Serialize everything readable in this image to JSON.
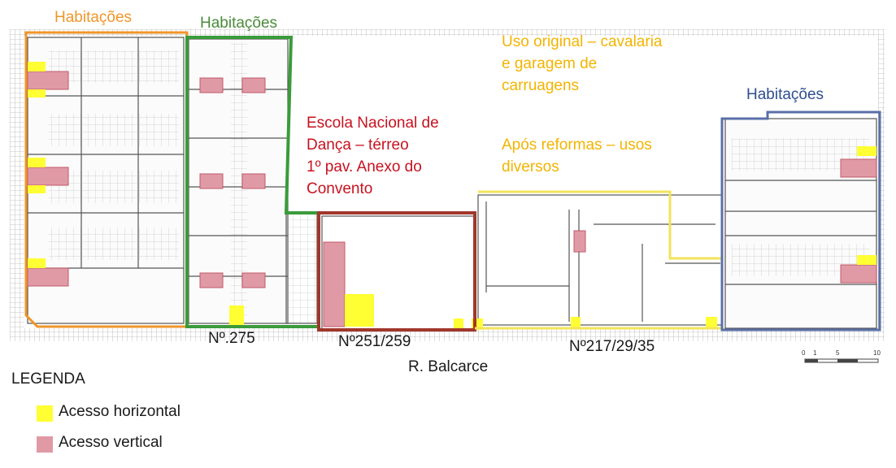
{
  "zones": {
    "left": {
      "label": "Habitações",
      "color": "#f0962a"
    },
    "green": {
      "label": "Habitações",
      "color": "#3a9b3a"
    },
    "school": {
      "label": "Escola Nacional de\nDança – térreo\n1º pav. Anexo do\nConvento",
      "color": "#a1372c",
      "text_color": "#c8121f"
    },
    "garage": {
      "label_original": "Uso original – cavalaria\ne garagem de\ncarruagens",
      "label_after": "Após reformas – usos\ndiversos",
      "color": "#f3e35a",
      "text_color": "#f3b400"
    },
    "right": {
      "label": "Habitações",
      "color": "#5a6fa8",
      "text_color": "#2f4e8f"
    }
  },
  "addresses": {
    "n275": "Nº.275",
    "n251": "Nº251/259",
    "n217": "Nº217/29/35"
  },
  "street": "R. Balcarce",
  "scale_ticks": [
    "0",
    "1",
    "5",
    "10"
  ],
  "legend": {
    "title": "LEGENDA",
    "items": [
      {
        "label": "Acesso horizontal",
        "color": "#ffff33"
      },
      {
        "label": "Acesso vertical",
        "color": "#e09aa6"
      }
    ]
  }
}
